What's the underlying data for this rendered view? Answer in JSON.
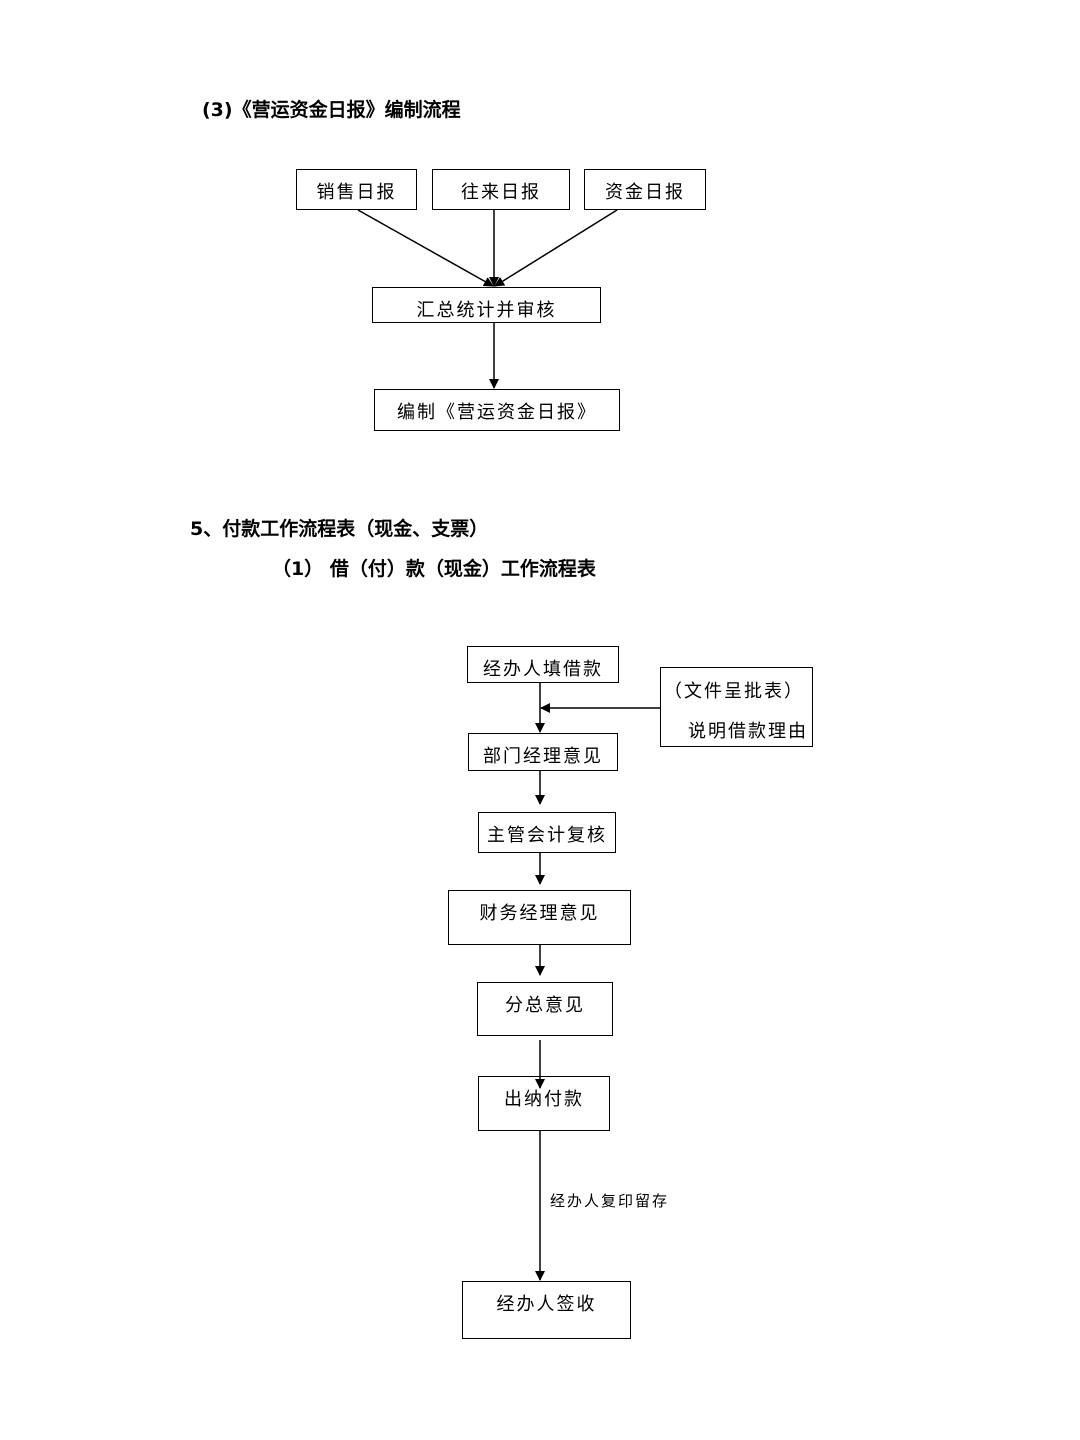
{
  "section3": {
    "heading": "(3)《营运资金日报》编制流程",
    "nodes": {
      "sales_daily": "销售日报",
      "transactions_daily": "往来日报",
      "funds_daily": "资金日报",
      "summary_review": "汇总统计并审核",
      "compile_report": "编制《营运资金日报》"
    }
  },
  "section5": {
    "heading": "5、付款工作流程表（现金、支票）",
    "subheading": "（1） 借（付）款（现金）工作流程表",
    "nodes": {
      "fill_loan": "经办人填借款",
      "dept_manager": "部门经理意见",
      "chief_accountant": "主管会计复核",
      "finance_manager": "财务经理意见",
      "gm_opinion": "分总意见",
      "cashier_pay": "出纳付款",
      "sign_receipt": "经办人签收"
    },
    "side_note": {
      "line1": "（文件呈批表）",
      "line2": "说明借款理由"
    },
    "edge_label": "经办人复印留存"
  }
}
